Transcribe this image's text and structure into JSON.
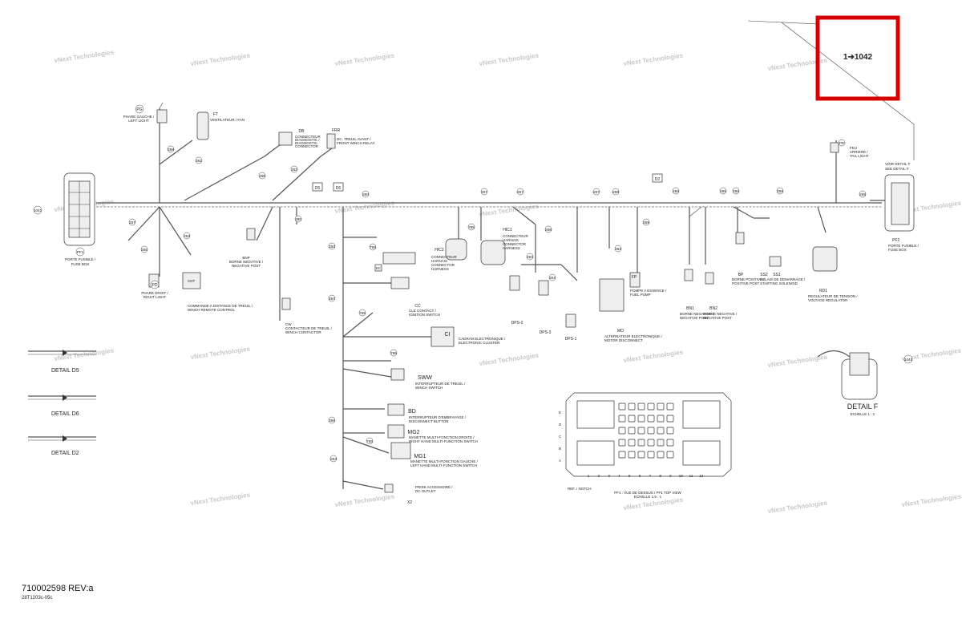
{
  "header": {
    "callout_label": "1➔1042",
    "highlight_color": "#d50000"
  },
  "watermark": {
    "line1": "vNext Technologies"
  },
  "footer": {
    "part_code": "710002598 REV:a",
    "drawing_ref": "28T1203c-05c"
  },
  "connectors": {
    "pg": {
      "code": "PG",
      "desc1": "PHARE GAUCHE /",
      "desc2": "LEFT LIGHT"
    },
    "ft": {
      "code": "FT",
      "desc1": "VENTILATEUR / FAN"
    },
    "db": {
      "code": "DB",
      "desc1": "CONNECTEUR",
      "desc2": "DIAGNOSTIC /",
      "desc3": "DIAGNOSTIC",
      "desc4": "CONNECTOR"
    },
    "frr": {
      "code": "FRR",
      "desc1": "DC. TREUIL AVANT /",
      "desc2": "FRONT WINCH RELAY"
    },
    "pr": {
      "code": "PR",
      "desc1": "FEU",
      "desc2": "ARRIERE /",
      "desc3": "TAIL LIGHT"
    },
    "pf1": {
      "code": "PF1",
      "desc1": "PORTE FUSIBLE /",
      "desc2": "FUSE BOX"
    },
    "pf2": {
      "code": "PF2",
      "desc1": "PORTE FUSIBLE /",
      "desc2": "FUSE BOX"
    },
    "pd": {
      "code": "PD",
      "desc1": "PHARE DROIT /",
      "desc2": "RIGHT LIGHT"
    },
    "cc": {
      "code": "CC",
      "desc1": "CLE CONTACT /",
      "desc2": "IGNITION SWITCH"
    },
    "hic1": {
      "code": "HIC1",
      "desc1": "CONNECTEUR",
      "desc2": "HARNAIS",
      "desc3": "CONNECTOR",
      "desc4": "HARNESS"
    },
    "hic2": {
      "code": "HIC2",
      "desc1": "CONNECTEUR",
      "desc2": "HARNAIS",
      "desc3": "CONNECTOR",
      "desc4": "HARNESS"
    },
    "ci": {
      "code": "CI",
      "desc1": "CADRAN ELECTRONIQUE /",
      "desc2": "ELECTRONIC CLUSTER"
    },
    "dps2": {
      "code": "DPS-2"
    },
    "dps3": {
      "code": "DPS-3"
    },
    "dps1": {
      "code": "DPS-1"
    },
    "mo": {
      "code": "MO",
      "desc1": "ALTERNATEUR ELECTRONIQUE /",
      "desc2": "MOTOR DISCONNECT"
    },
    "fp": {
      "code": "FP",
      "desc1": "POMPE A ESSENCE /",
      "desc2": "FUEL PUMP"
    },
    "bn1": {
      "code": "BN1",
      "desc1": "BORNE NEGATIVE /",
      "desc2": "NEGATIVE POST"
    },
    "bn2": {
      "code": "BN2",
      "desc1": "BORNE NEGATIVE /",
      "desc2": "NEGATIVE POST"
    },
    "bp": {
      "code": "BP",
      "desc1": "BORNE POSITIVE /",
      "desc2": "POSITIVE POST"
    },
    "ss1": {
      "code": "SS1",
      "desc1": "RELAIS DE DEMARRAGE /",
      "desc2": "STARTING SOLENOID"
    },
    "ss2": {
      "code": "SS2"
    },
    "rd1": {
      "code": "RD1",
      "desc1": "REGULATEUR DE TENSION /",
      "desc2": "VOLTAGE REGULATOR"
    },
    "sww": {
      "code": "SWW",
      "desc1": "INTERRUPTEUR DE TREUIL /",
      "desc2": "WINCH SWITCH"
    },
    "bd": {
      "code": "BD",
      "desc1": "INTERRUPTEUR D'EMBRAYAGE /",
      "desc2": "DISCONNECT BUTTON"
    },
    "mg2": {
      "code": "MG2",
      "desc1": "MANETTE MULTI-FONCTION DROITE /",
      "desc2": "RIGHT HAND MULTI-FUNCTION SWITCH"
    },
    "mg1": {
      "code": "MG1",
      "desc1": "MANETTE MULTI-FONCTION GAUCHE /",
      "desc2": "LEFT HAND MULTI-FUNCTION SWITCH"
    },
    "x2": {
      "code": "X2",
      "desc1": "PRISE ACCESSOIRE /",
      "desc2": "DC OUTLET"
    },
    "cdt": {
      "code": "CDT",
      "desc1": "COMMANDE A DISTANCE DE TREUIL /",
      "desc2": "WINCH REMOTE CONTROL"
    },
    "dc": {
      "code": "DC"
    },
    "d5": {
      "code": "D5"
    },
    "d6": {
      "code": "D6"
    },
    "d2": {
      "code": "D2"
    },
    "bnp": {
      "code": "BNP",
      "desc1": "BORNE NEGATIVE /",
      "desc2": "NEGATIVE POST"
    },
    "cw": {
      "code": "CW",
      "desc1": "CONTACTEUR DE TREUIL /",
      "desc2": "WINCH CONTACTOR"
    }
  },
  "details": {
    "d6": "DETAIL D6",
    "d5": "DETAIL D5",
    "d2": "DETAIL D2",
    "f": "DETAIL F",
    "f_scale": "ECHELLE 1 : 1",
    "see_f1": "VOIR DETAIL F",
    "see_f2": "SEE DETAIL F"
  },
  "fusebox": {
    "title1": "PF1 : VUE DE DESSUS / PF1 TOP VIEW",
    "title2": "ECHELLE 1.5 : 1",
    "rows": [
      "E",
      "D",
      "C",
      "B",
      "A"
    ],
    "cols": [
      "1",
      "2",
      "3",
      "4",
      "5",
      "6",
      "7",
      "8",
      "9",
      "10",
      "11",
      "12"
    ],
    "notch_label": "REF. / NOTCH"
  },
  "wires": {
    "w268": "268",
    "w261": "261",
    "w257a": "257",
    "w257b": "257",
    "w257c": "257",
    "w257d": "257",
    "w258": "258",
    "w255": "255",
    "w256": "256",
    "w265": "265",
    "w253": "253",
    "w252": "252",
    "w260": "260",
    "w259": "259",
    "w254": "254",
    "w262": "262",
    "w263": "263",
    "w264": "264",
    "w250": "250",
    "w251": "251",
    "w280": "280",
    "w765a": "765",
    "w765b": "765",
    "w765c": "765",
    "w765d": "765",
    "w1041": "1041",
    "w1042": "1042"
  }
}
